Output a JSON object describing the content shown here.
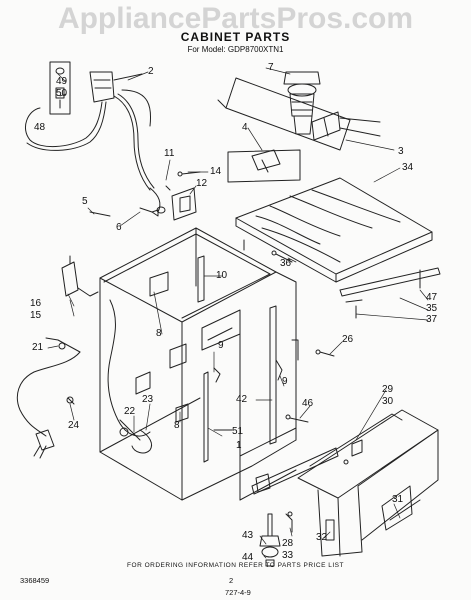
{
  "watermark": "AppliancePartsPros.com",
  "title": "CABINET PARTS",
  "subtitle": "For Model: GDP8700XTN1",
  "footer_note": "FOR ORDERING INFORMATION REFER TO PARTS PRICE LIST",
  "doc_code_left": "3368459",
  "page_number": "2",
  "doc_code_right": "727-4-9",
  "callouts": [
    {
      "id": "49",
      "label": "49"
    },
    {
      "id": "50",
      "label": "50"
    },
    {
      "id": "48",
      "label": "48"
    },
    {
      "id": "2",
      "label": "2"
    },
    {
      "id": "7",
      "label": "7"
    },
    {
      "id": "4",
      "label": "4"
    },
    {
      "id": "3",
      "label": "3"
    },
    {
      "id": "11",
      "label": "11"
    },
    {
      "id": "14",
      "label": "14"
    },
    {
      "id": "12",
      "label": "12"
    },
    {
      "id": "34",
      "label": "34"
    },
    {
      "id": "5",
      "label": "5"
    },
    {
      "id": "6",
      "label": "6"
    },
    {
      "id": "10",
      "label": "10"
    },
    {
      "id": "36",
      "label": "36"
    },
    {
      "id": "16",
      "label": "16"
    },
    {
      "id": "15",
      "label": "15"
    },
    {
      "id": "47",
      "label": "47"
    },
    {
      "id": "35",
      "label": "35"
    },
    {
      "id": "37",
      "label": "37"
    },
    {
      "id": "8a",
      "label": "8"
    },
    {
      "id": "9a",
      "label": "9"
    },
    {
      "id": "26",
      "label": "26"
    },
    {
      "id": "21",
      "label": "21"
    },
    {
      "id": "9b",
      "label": "9"
    },
    {
      "id": "42",
      "label": "42"
    },
    {
      "id": "29",
      "label": "29"
    },
    {
      "id": "30",
      "label": "30"
    },
    {
      "id": "46",
      "label": "46"
    },
    {
      "id": "22",
      "label": "22"
    },
    {
      "id": "23",
      "label": "23"
    },
    {
      "id": "24",
      "label": "24"
    },
    {
      "id": "8b",
      "label": "8"
    },
    {
      "id": "51",
      "label": "51"
    },
    {
      "id": "1",
      "label": "1"
    },
    {
      "id": "31",
      "label": "31"
    },
    {
      "id": "43",
      "label": "43"
    },
    {
      "id": "28",
      "label": "28"
    },
    {
      "id": "33",
      "label": "33"
    },
    {
      "id": "32",
      "label": "32"
    },
    {
      "id": "44",
      "label": "44"
    }
  ]
}
